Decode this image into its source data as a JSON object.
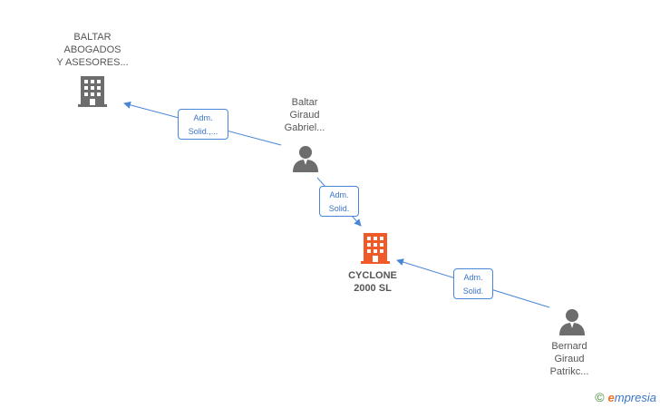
{
  "nodes": {
    "baltar_abogados": {
      "label": "BALTAR\nABOGADOS\nY ASESORES...",
      "type": "company",
      "color": "#6d6d6d"
    },
    "baltar_giraud_gabriel": {
      "label": "Baltar\nGiraud\nGabriel...",
      "type": "person",
      "color": "#6d6d6d"
    },
    "cyclone": {
      "label": "CYCLONE\n2000 SL",
      "type": "company",
      "color": "#f05a28"
    },
    "bernard_giraud": {
      "label": "Bernard\nGiraud\nPatrikc...",
      "type": "person",
      "color": "#6d6d6d"
    }
  },
  "edges": {
    "gabriel_to_abogados": {
      "label": "Adm.\nSolid.,..."
    },
    "gabriel_to_cyclone": {
      "label": "Adm.\nSolid."
    },
    "bernard_to_cyclone": {
      "label": "Adm.\nSolid."
    }
  },
  "brand": {
    "copyright": "©",
    "name_first": "e",
    "name_rest": "mpresia"
  },
  "colors": {
    "edge": "#4a86d8"
  }
}
